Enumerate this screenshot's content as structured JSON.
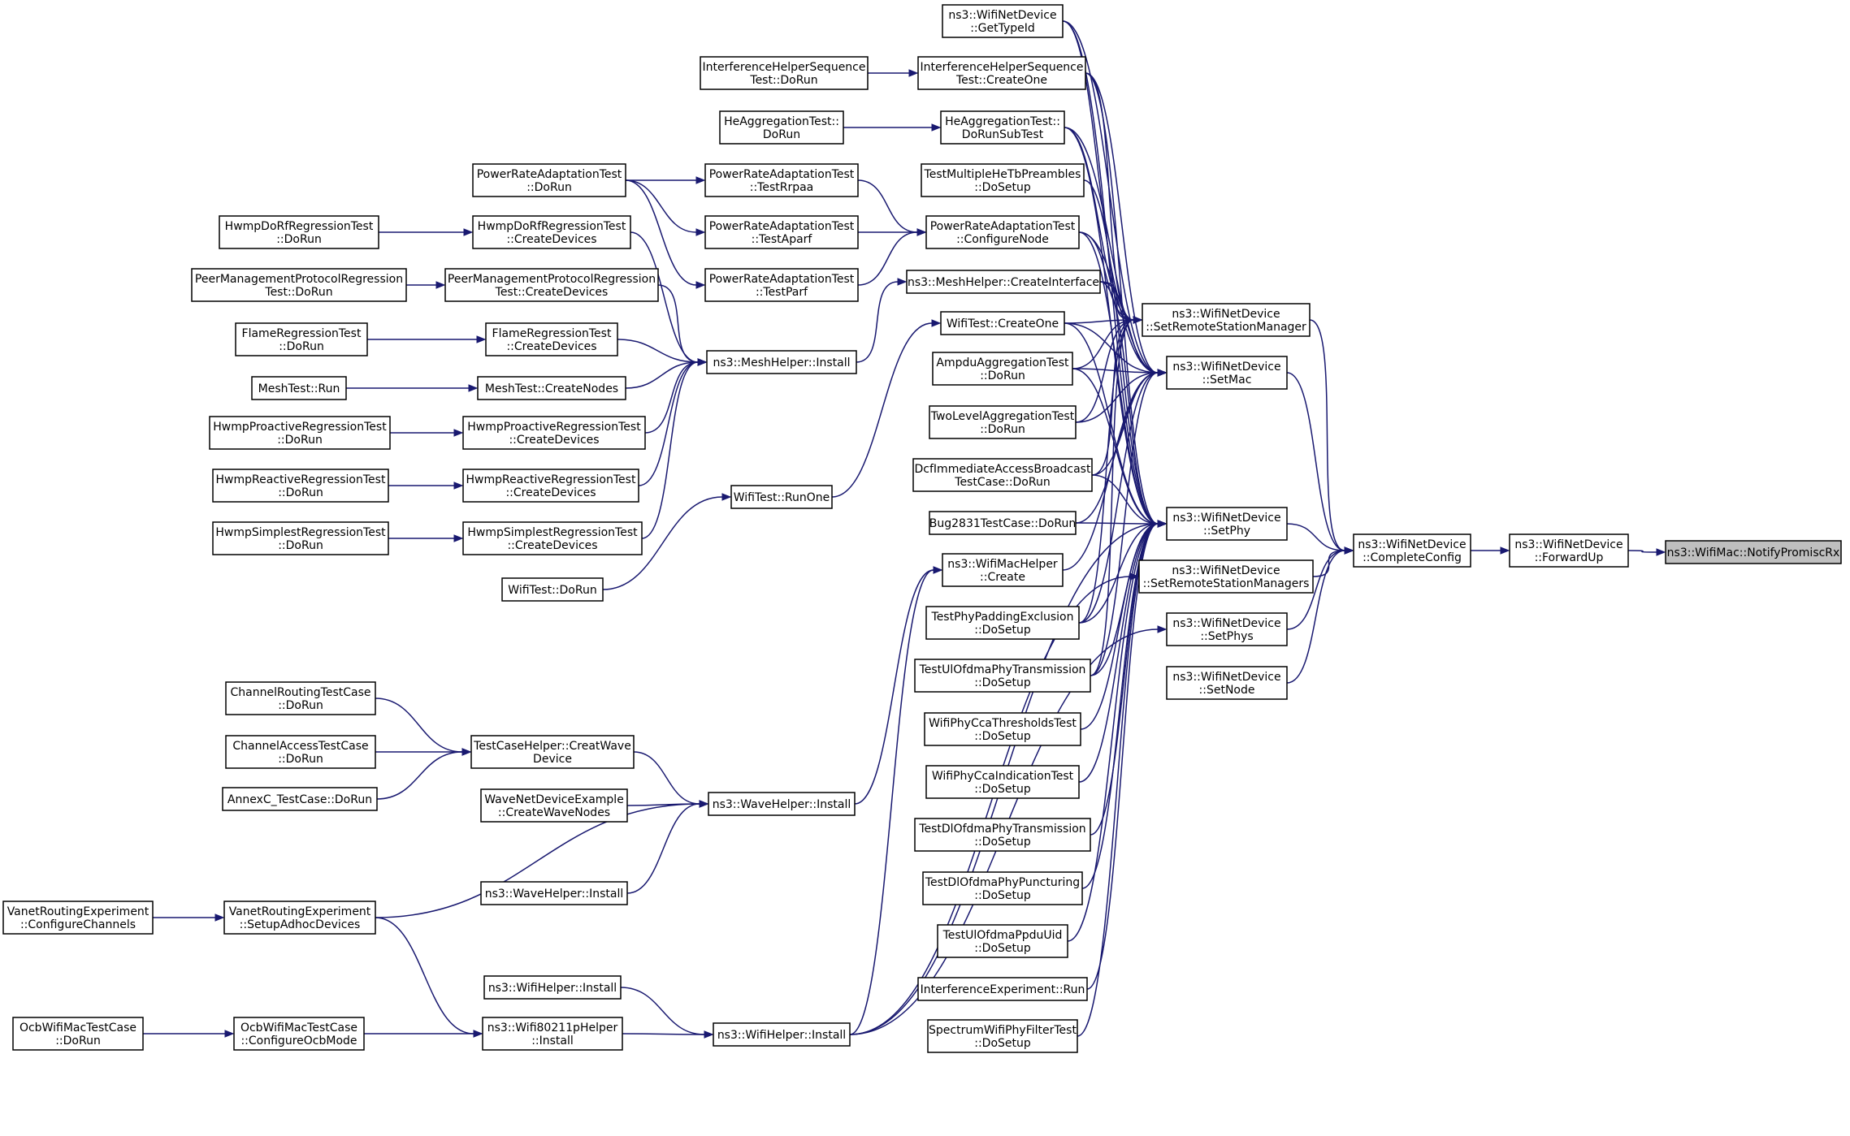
{
  "nodes": [
    {
      "id": "notify",
      "lines": [
        "ns3::WifiMac::NotifyPromiscRx"
      ],
      "root": true
    },
    {
      "id": "forwardup",
      "lines": [
        "ns3::WifiNetDevice",
        "::ForwardUp"
      ]
    },
    {
      "id": "completecfg",
      "lines": [
        "ns3::WifiNetDevice",
        "::CompleteConfig"
      ]
    },
    {
      "id": "setrsm",
      "lines": [
        "ns3::WifiNetDevice",
        "::SetRemoteStationManager"
      ]
    },
    {
      "id": "setmac",
      "lines": [
        "ns3::WifiNetDevice",
        "::SetMac"
      ]
    },
    {
      "id": "setphy",
      "lines": [
        "ns3::WifiNetDevice",
        "::SetPhy"
      ]
    },
    {
      "id": "setrsms",
      "lines": [
        "ns3::WifiNetDevice",
        "::SetRemoteStationManagers"
      ]
    },
    {
      "id": "setphys",
      "lines": [
        "ns3::WifiNetDevice",
        "::SetPhys"
      ]
    },
    {
      "id": "setnode",
      "lines": [
        "ns3::WifiNetDevice",
        "::SetNode"
      ]
    },
    {
      "id": "gettypeid",
      "lines": [
        "ns3::WifiNetDevice",
        "::GetTypeId"
      ]
    },
    {
      "id": "ihs_createone",
      "lines": [
        "InterferenceHelperSequence",
        "Test::CreateOne"
      ]
    },
    {
      "id": "ihs_dorun",
      "lines": [
        "InterferenceHelperSequence",
        "Test::DoRun"
      ]
    },
    {
      "id": "heagg_sub",
      "lines": [
        "HeAggregationTest::",
        "DoRunSubTest"
      ]
    },
    {
      "id": "heagg_dorun",
      "lines": [
        "HeAggregationTest::",
        "DoRun"
      ]
    },
    {
      "id": "tmhtp",
      "lines": [
        "TestMultipleHeTbPreambles",
        "::DoSetup"
      ]
    },
    {
      "id": "prat_cfg",
      "lines": [
        "PowerRateAdaptationTest",
        "::ConfigureNode"
      ]
    },
    {
      "id": "prat_rrpaa",
      "lines": [
        "PowerRateAdaptationTest",
        "::TestRrpaa"
      ]
    },
    {
      "id": "prat_aparf",
      "lines": [
        "PowerRateAdaptationTest",
        "::TestAparf"
      ]
    },
    {
      "id": "prat_parf",
      "lines": [
        "PowerRateAdaptationTest",
        "::TestParf"
      ]
    },
    {
      "id": "prat_dorun",
      "lines": [
        "PowerRateAdaptationTest",
        "::DoRun"
      ]
    },
    {
      "id": "meshhelper_ci",
      "lines": [
        "ns3::MeshHelper::CreateInterface"
      ]
    },
    {
      "id": "wifitest_co",
      "lines": [
        "WifiTest::CreateOne"
      ]
    },
    {
      "id": "ampdu",
      "lines": [
        "AmpduAggregationTest",
        "::DoRun"
      ]
    },
    {
      "id": "twolevel",
      "lines": [
        "TwoLevelAggregationTest",
        "::DoRun"
      ]
    },
    {
      "id": "dcf",
      "lines": [
        "DcfImmediateAccessBroadcast",
        "TestCase::DoRun"
      ]
    },
    {
      "id": "bug2831",
      "lines": [
        "Bug2831TestCase::DoRun"
      ]
    },
    {
      "id": "wifimachelper",
      "lines": [
        "ns3::WifiMacHelper",
        "::Create"
      ]
    },
    {
      "id": "tppe",
      "lines": [
        "TestPhyPaddingExclusion",
        "::DoSetup"
      ]
    },
    {
      "id": "tuopt",
      "lines": [
        "TestUlOfdmaPhyTransmission",
        "::DoSetup"
      ]
    },
    {
      "id": "wpcct",
      "lines": [
        "WifiPhyCcaThresholdsTest",
        "::DoSetup"
      ]
    },
    {
      "id": "wpcit",
      "lines": [
        "WifiPhyCcaIndicationTest",
        "::DoSetup"
      ]
    },
    {
      "id": "tdopt",
      "lines": [
        "TestDlOfdmaPhyTransmission",
        "::DoSetup"
      ]
    },
    {
      "id": "tdopp",
      "lines": [
        "TestDlOfdmaPhyPuncturing",
        "::DoSetup"
      ]
    },
    {
      "id": "tuopu",
      "lines": [
        "TestUlOfdmaPpduUid",
        "::DoSetup"
      ]
    },
    {
      "id": "ie_run",
      "lines": [
        "InterferenceExperiment::Run"
      ]
    },
    {
      "id": "swpft",
      "lines": [
        "SpectrumWifiPhyFilterTest",
        "::DoSetup"
      ]
    },
    {
      "id": "meshhelper_inst",
      "lines": [
        "ns3::MeshHelper::Install"
      ]
    },
    {
      "id": "wifitest_runone",
      "lines": [
        "WifiTest::RunOne"
      ]
    },
    {
      "id": "wifitest_dorun",
      "lines": [
        "WifiTest::DoRun"
      ]
    },
    {
      "id": "hdrt_cd",
      "lines": [
        "HwmpDoRfRegressionTest",
        "::CreateDevices"
      ]
    },
    {
      "id": "hdrt_dorun",
      "lines": [
        "HwmpDoRfRegressionTest",
        "::DoRun"
      ]
    },
    {
      "id": "pmpr_cd",
      "lines": [
        "PeerManagementProtocolRegression",
        "Test::CreateDevices"
      ]
    },
    {
      "id": "pmpr_dorun",
      "lines": [
        "PeerManagementProtocolRegression",
        "Test::DoRun"
      ]
    },
    {
      "id": "flame_cd",
      "lines": [
        "FlameRegressionTest",
        "::CreateDevices"
      ]
    },
    {
      "id": "flame_dorun",
      "lines": [
        "FlameRegressionTest",
        "::DoRun"
      ]
    },
    {
      "id": "meshtest_cn",
      "lines": [
        "MeshTest::CreateNodes"
      ]
    },
    {
      "id": "meshtest_run",
      "lines": [
        "MeshTest::Run"
      ]
    },
    {
      "id": "hprt_cd",
      "lines": [
        "HwmpProactiveRegressionTest",
        "::CreateDevices"
      ]
    },
    {
      "id": "hprt_dorun",
      "lines": [
        "HwmpProactiveRegressionTest",
        "::DoRun"
      ]
    },
    {
      "id": "hrrt_cd",
      "lines": [
        "HwmpReactiveRegressionTest",
        "::CreateDevices"
      ]
    },
    {
      "id": "hrrt_dorun",
      "lines": [
        "HwmpReactiveRegressionTest",
        "::DoRun"
      ]
    },
    {
      "id": "hsrt_cd",
      "lines": [
        "HwmpSimplestRegressionTest",
        "::CreateDevices"
      ]
    },
    {
      "id": "hsrt_dorun",
      "lines": [
        "HwmpSimplestRegressionTest",
        "::DoRun"
      ]
    },
    {
      "id": "tch_cwd",
      "lines": [
        "TestCaseHelper::CreatWave",
        "Device"
      ]
    },
    {
      "id": "crtc",
      "lines": [
        "ChannelRoutingTestCase",
        "::DoRun"
      ]
    },
    {
      "id": "catc",
      "lines": [
        "ChannelAccessTestCase",
        "::DoRun"
      ]
    },
    {
      "id": "annexc",
      "lines": [
        "AnnexC_TestCase::DoRun"
      ]
    },
    {
      "id": "wndex",
      "lines": [
        "WaveNetDeviceExample",
        "::CreateWaveNodes"
      ]
    },
    {
      "id": "wavehelper_inst",
      "lines": [
        "ns3::WaveHelper::Install"
      ]
    },
    {
      "id": "wavehelper_inst2",
      "lines": [
        "ns3::WaveHelper::Install"
      ]
    },
    {
      "id": "vre_sad",
      "lines": [
        "VanetRoutingExperiment",
        "::SetupAdhocDevices"
      ]
    },
    {
      "id": "vre_cc",
      "lines": [
        "VanetRoutingExperiment",
        "::ConfigureChannels"
      ]
    },
    {
      "id": "wifihelper_inst2",
      "lines": [
        "ns3::WifiHelper::Install"
      ]
    },
    {
      "id": "w80211p",
      "lines": [
        "ns3::Wifi80211pHelper",
        "::Install"
      ]
    },
    {
      "id": "wifihelper_inst",
      "lines": [
        "ns3::WifiHelper::Install"
      ]
    },
    {
      "id": "owmtc_com",
      "lines": [
        "OcbWifiMacTestCase",
        "::ConfigureOcbMode"
      ]
    },
    {
      "id": "owmtc_dorun",
      "lines": [
        "OcbWifiMacTestCase",
        "::DoRun"
      ]
    }
  ]
}
